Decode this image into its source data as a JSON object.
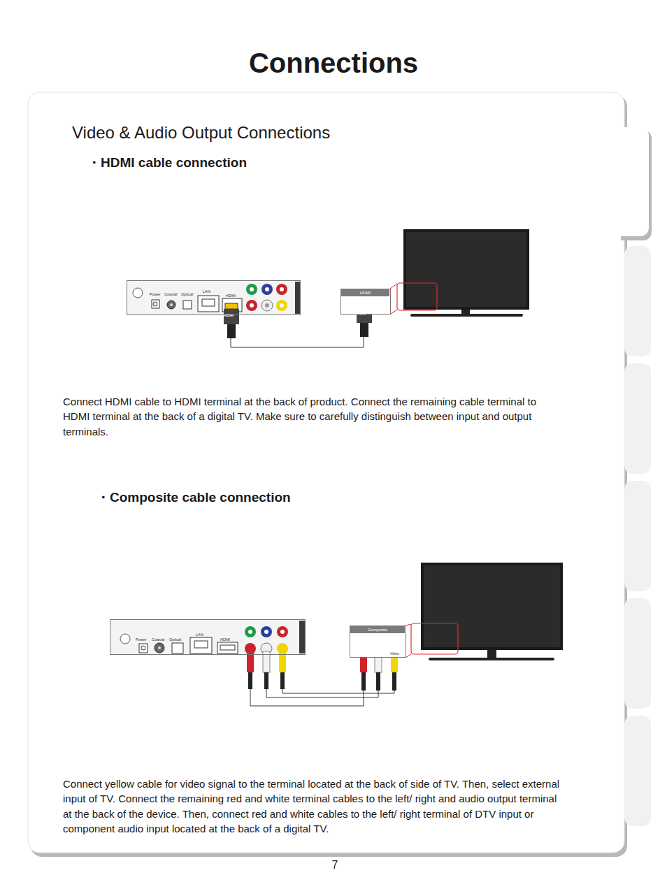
{
  "diagram": {
    "title": "Connections",
    "nodes": [
      {
        "text": [
          "Power",
          "Coaxial",
          "Optical",
          "LAN",
          "HDMI"
        ]
      },
      {
        "text": [
          "HDMI"
        ]
      },
      {
        "text": [
          "Power",
          "Coaxial",
          "Optical",
          "LAN",
          "HDMI"
        ]
      },
      {
        "text": [
          "Composite",
          "Video"
        ]
      }
    ],
    "edges": [
      {
        "from": 0,
        "to": 1,
        "arrow": "none"
      },
      {
        "from": 2,
        "to": 3,
        "arrow": "none"
      },
      {
        "from": 2,
        "to": 3,
        "arrow": "none"
      },
      {
        "from": 2,
        "to": 3,
        "arrow": "none"
      }
    ],
    "labels": [
      "Video & Audio Output Connections",
      "・HDMI cable connection",
      "HDMI",
      "HDMI",
      "Connect HDMI cable to HDMI terminal at the back of product. Connect the remaining cable terminal to HDMI terminal at the back of a digital TV. Make sure to carefully distinguish between input and output terminals.",
      "・Composite cable connection",
      "Connect yellow cable for video signal to the terminal located at the back of side of TV. Then, select external input of TV. Connect the remaining red and white terminal cables to the left/ right and audio output terminal at the back of the device. Then, connect red and white cables to the left/ right terminal of DTV input or component audio input located at the back of a digital TV.",
      "7"
    ]
  }
}
